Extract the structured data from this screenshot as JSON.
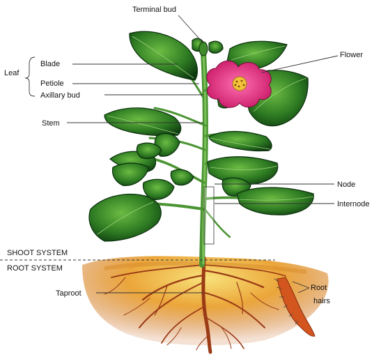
{
  "labels": {
    "terminal_bud": "Terminal bud",
    "flower": "Flower",
    "leaf": "Leaf",
    "blade": "Blade",
    "petiole": "Petiole",
    "axillary_bud": "Axillary bud",
    "stem": "Stem",
    "node": "Node",
    "internode": "Internode",
    "shoot_system": "SHOOT SYSTEM",
    "root_system": "ROOT SYSTEM",
    "taproot": "Taproot",
    "root_hairs_1": "Root",
    "root_hairs_2": "hairs"
  },
  "colors": {
    "leaf_dark": "#0f3d12",
    "leaf_mid": "#2e7d22",
    "leaf_light": "#5fae3a",
    "stem": "#4f9a35",
    "flower": "#e0287a",
    "flower_center": "#f3c23a",
    "soil_light": "#f6dc6a",
    "soil_mid": "#e89a2a",
    "soil_dark": "#b4531a",
    "root": "#a0401a",
    "leader_line": "#333333"
  }
}
